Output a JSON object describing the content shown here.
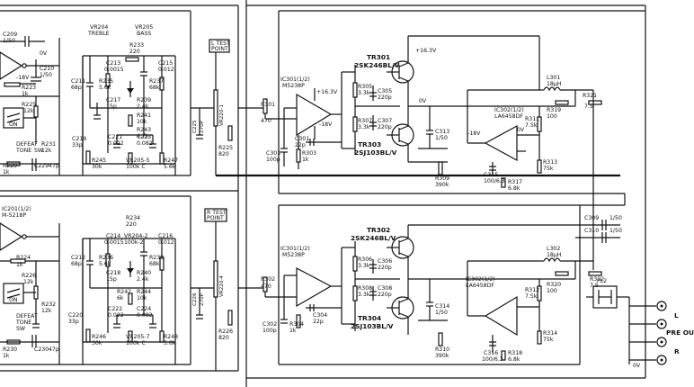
{
  "labels": {
    "c209": "C209",
    "c209v": "1/50",
    "c210": "C210",
    "c210v": "1/50",
    "r223": "R223",
    "r223v": "1k",
    "ov_a": "0V",
    "n18_a": "-18V",
    "r225": "R225",
    "r225v": "12k",
    "on_a": "ON",
    "defeat_a": "DEFEAT",
    "tone_a": "TONE",
    "sw_a": "SW",
    "r231": "R231",
    "r231v": "12k",
    "r229": "R229",
    "r229v": "1k",
    "c229": "C229",
    "c229v": "47p",
    "vr204": "VR204",
    "treble_a": "TREBLE",
    "vr205": "VR205",
    "bass_a": "BASS",
    "r233": "R233",
    "r233v": "220",
    "c211": "C211",
    "c211v": "68p",
    "c213": "C213",
    "c213v": "0.0015",
    "r235": "R235",
    "r235v": "5.6k",
    "c215": "C215",
    "c215v": "0.012",
    "r237": "R237",
    "r237v": "68k",
    "c217": "C217",
    "c217v": "15p",
    "r239": "R239",
    "r239v": "2.4k",
    "r241": "R241",
    "r241v": "10k",
    "r243": "R243",
    "r243v": "4.7k",
    "c219": "C219",
    "c219v": "33p",
    "c221": "C221",
    "c221v": "0.022",
    "c223": "C223",
    "c223v": "0.082",
    "r245": "R245",
    "r245v": "30k",
    "vr205_5": "VR205-5",
    "vr205_5v": "100k C",
    "r247": "R247",
    "r247v": "5.6k",
    "test_a": "L TEST",
    "point_a": "POINT",
    "c225": "C225",
    "c225v": "270P",
    "r225b": "R225",
    "r225bv": "820",
    "vr220": "VR220-1",
    "ic201": "IC201(1/2)",
    "m5218": "M-5218P",
    "vr204b": "VR204-2",
    "vr204bv": "100k-2",
    "c216": "C216",
    "c216v": "0.012",
    "r234": "R234",
    "r234v": "220",
    "r224": "R224",
    "r224v": "1k",
    "c214": "C214",
    "c214v": "0.0015",
    "c212": "C212",
    "c212v": "68p",
    "r236": "R236",
    "r236v": "5.6k",
    "r238": "R238",
    "r238v": "68k",
    "c218": "C218",
    "c218v": "15p",
    "r240": "R240",
    "r240v": "2.4k",
    "r242": "R242",
    "r242v": "6k",
    "r244": "R244",
    "r244v": "10k",
    "r226": "R226",
    "r226v": "12k",
    "on_b": "ON",
    "defeat_b": "DEFEAT",
    "tone_b": "TONE",
    "sw_b": "SW",
    "r232": "R232",
    "r232v": "12k",
    "c220": "C220",
    "c220v": "33p",
    "c222": "C222",
    "c222v": "0.022",
    "c224": "C224",
    "c224v": "0.082",
    "r246": "R246",
    "r246v": "30k",
    "vr205_7": "VR205-7",
    "vr205_7v": "100k C",
    "r248": "R248",
    "r248v": "5.6k",
    "r230": "R230",
    "r230v": "1k",
    "c230": "C230",
    "c230v": "47p",
    "test_b": "R TEST",
    "point_b": "POINT",
    "c226": "C226",
    "c226v": "270P",
    "r226b": "R226",
    "r226bv": "820",
    "vr221": "VR220-4",
    "ic301": "IC301(1/2)",
    "m5238": "M5238P",
    "p163": "+16.3V",
    "n18": "-18V",
    "r301": "R301",
    "r301v": "470",
    "c301": "C301",
    "c301v": "22p",
    "c303": "C303",
    "c303v": "100p",
    "r303": "R303",
    "r303v": "1k",
    "tr301": "TR301",
    "tr301t": "2SK246BL/V",
    "r305": "R305",
    "r305v": "3.3k",
    "c305": "C305",
    "c305v": "220p",
    "r307": "R307",
    "r307v": "3.3k",
    "c307": "C307",
    "c307v": "220p",
    "tr303": "TR303",
    "tr303t": "2SJ103BL/V",
    "p163_b": "+16.3V",
    "ov_1": "0V",
    "c313": "C313",
    "c313v": "1/50",
    "r309": "R309",
    "r309v": "390k",
    "ic302": "IC302(1/2)",
    "la6458": "LA6458DF",
    "r311": "R311",
    "r311v": "7.5k",
    "c315": "C315",
    "c315v": "100/6.3",
    "r317": "R317",
    "r317v": "6.8k",
    "r313": "R313",
    "r313v": "75k",
    "r319": "R319",
    "r319v": "100",
    "l301": "L301",
    "l301v": "18μH",
    "r321": "R321",
    "r321v": "7.5",
    "n18_b": "-18V",
    "ov_2": "0V",
    "c309": "C309",
    "c309v": "1/50",
    "c310": "C310",
    "c310v": "1/50",
    "ic301b": "IC301(1/2)",
    "m5238b": "M5238P",
    "r302": "R302",
    "r302v": "470",
    "c302": "C302",
    "c302v": "100p",
    "r304": "R304",
    "r304v": "1k",
    "c304": "C304",
    "c304v": "22p",
    "tr302": "TR302",
    "tr302t": "2SK246BL/V",
    "r306": "R306",
    "r306v": "3.3k",
    "c306": "C306",
    "c306v": "220p",
    "r308": "R308",
    "r308v": "3.3k",
    "c308": "C308",
    "c308v": "220p",
    "tr304": "TR304",
    "tr304t": "2SJ103BL/V",
    "c314": "C314",
    "c314v": "1/50",
    "r310": "R310",
    "r310v": "390k",
    "ic302b": "IC302(1/2)",
    "la6458b": "LA6458DF",
    "r312": "R312",
    "r312v": "7.5k",
    "c316": "C316",
    "c316v": "100/6.3",
    "r318": "R318",
    "r318v": "6.8k",
    "r314": "R314",
    "r314v": "75k",
    "r320": "R320",
    "r320v": "100",
    "l302": "L302",
    "l302v": "18μH",
    "r322": "R322",
    "r322v": "7.5",
    "pl": "PL2",
    "pre_l": "L",
    "pre_out": "PRE OUT",
    "pre_r": "R",
    "ov_3": "0V"
  }
}
